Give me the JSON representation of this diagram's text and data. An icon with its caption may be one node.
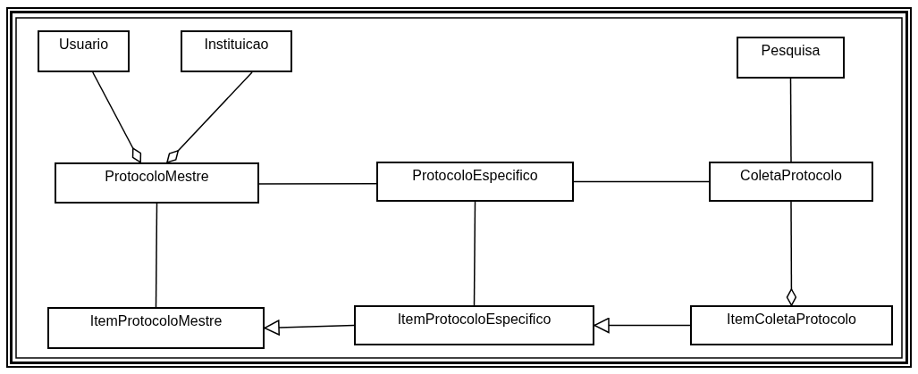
{
  "diagram": {
    "nodes": [
      {
        "text": [
          "Usuario"
        ]
      },
      {
        "text": [
          "Instituicao"
        ]
      },
      {
        "text": [
          "Pesquisa"
        ]
      },
      {
        "text": [
          "ProtocoloMestre"
        ]
      },
      {
        "text": [
          "ProtocoloEspecifico"
        ]
      },
      {
        "text": [
          "ColetaProtocolo"
        ]
      },
      {
        "text": [
          "ItemProtocoloMestre"
        ]
      },
      {
        "text": [
          "ItemProtocoloEspecifico"
        ]
      },
      {
        "text": [
          "ItemColetaProtocolo"
        ]
      }
    ],
    "edges": [
      {
        "from": 0,
        "to": 3,
        "arrow": "other"
      },
      {
        "from": 1,
        "to": 3,
        "arrow": "other"
      },
      {
        "from": 3,
        "to": 4,
        "arrow": "none"
      },
      {
        "from": 4,
        "to": 5,
        "arrow": "none"
      },
      {
        "from": 2,
        "to": 5,
        "arrow": "none"
      },
      {
        "from": 3,
        "to": 6,
        "arrow": "none"
      },
      {
        "from": 4,
        "to": 7,
        "arrow": "none"
      },
      {
        "from": 5,
        "to": 8,
        "arrow": "other"
      },
      {
        "from": 7,
        "to": 6,
        "arrow": "to"
      },
      {
        "from": 8,
        "to": 7,
        "arrow": "to"
      }
    ]
  }
}
